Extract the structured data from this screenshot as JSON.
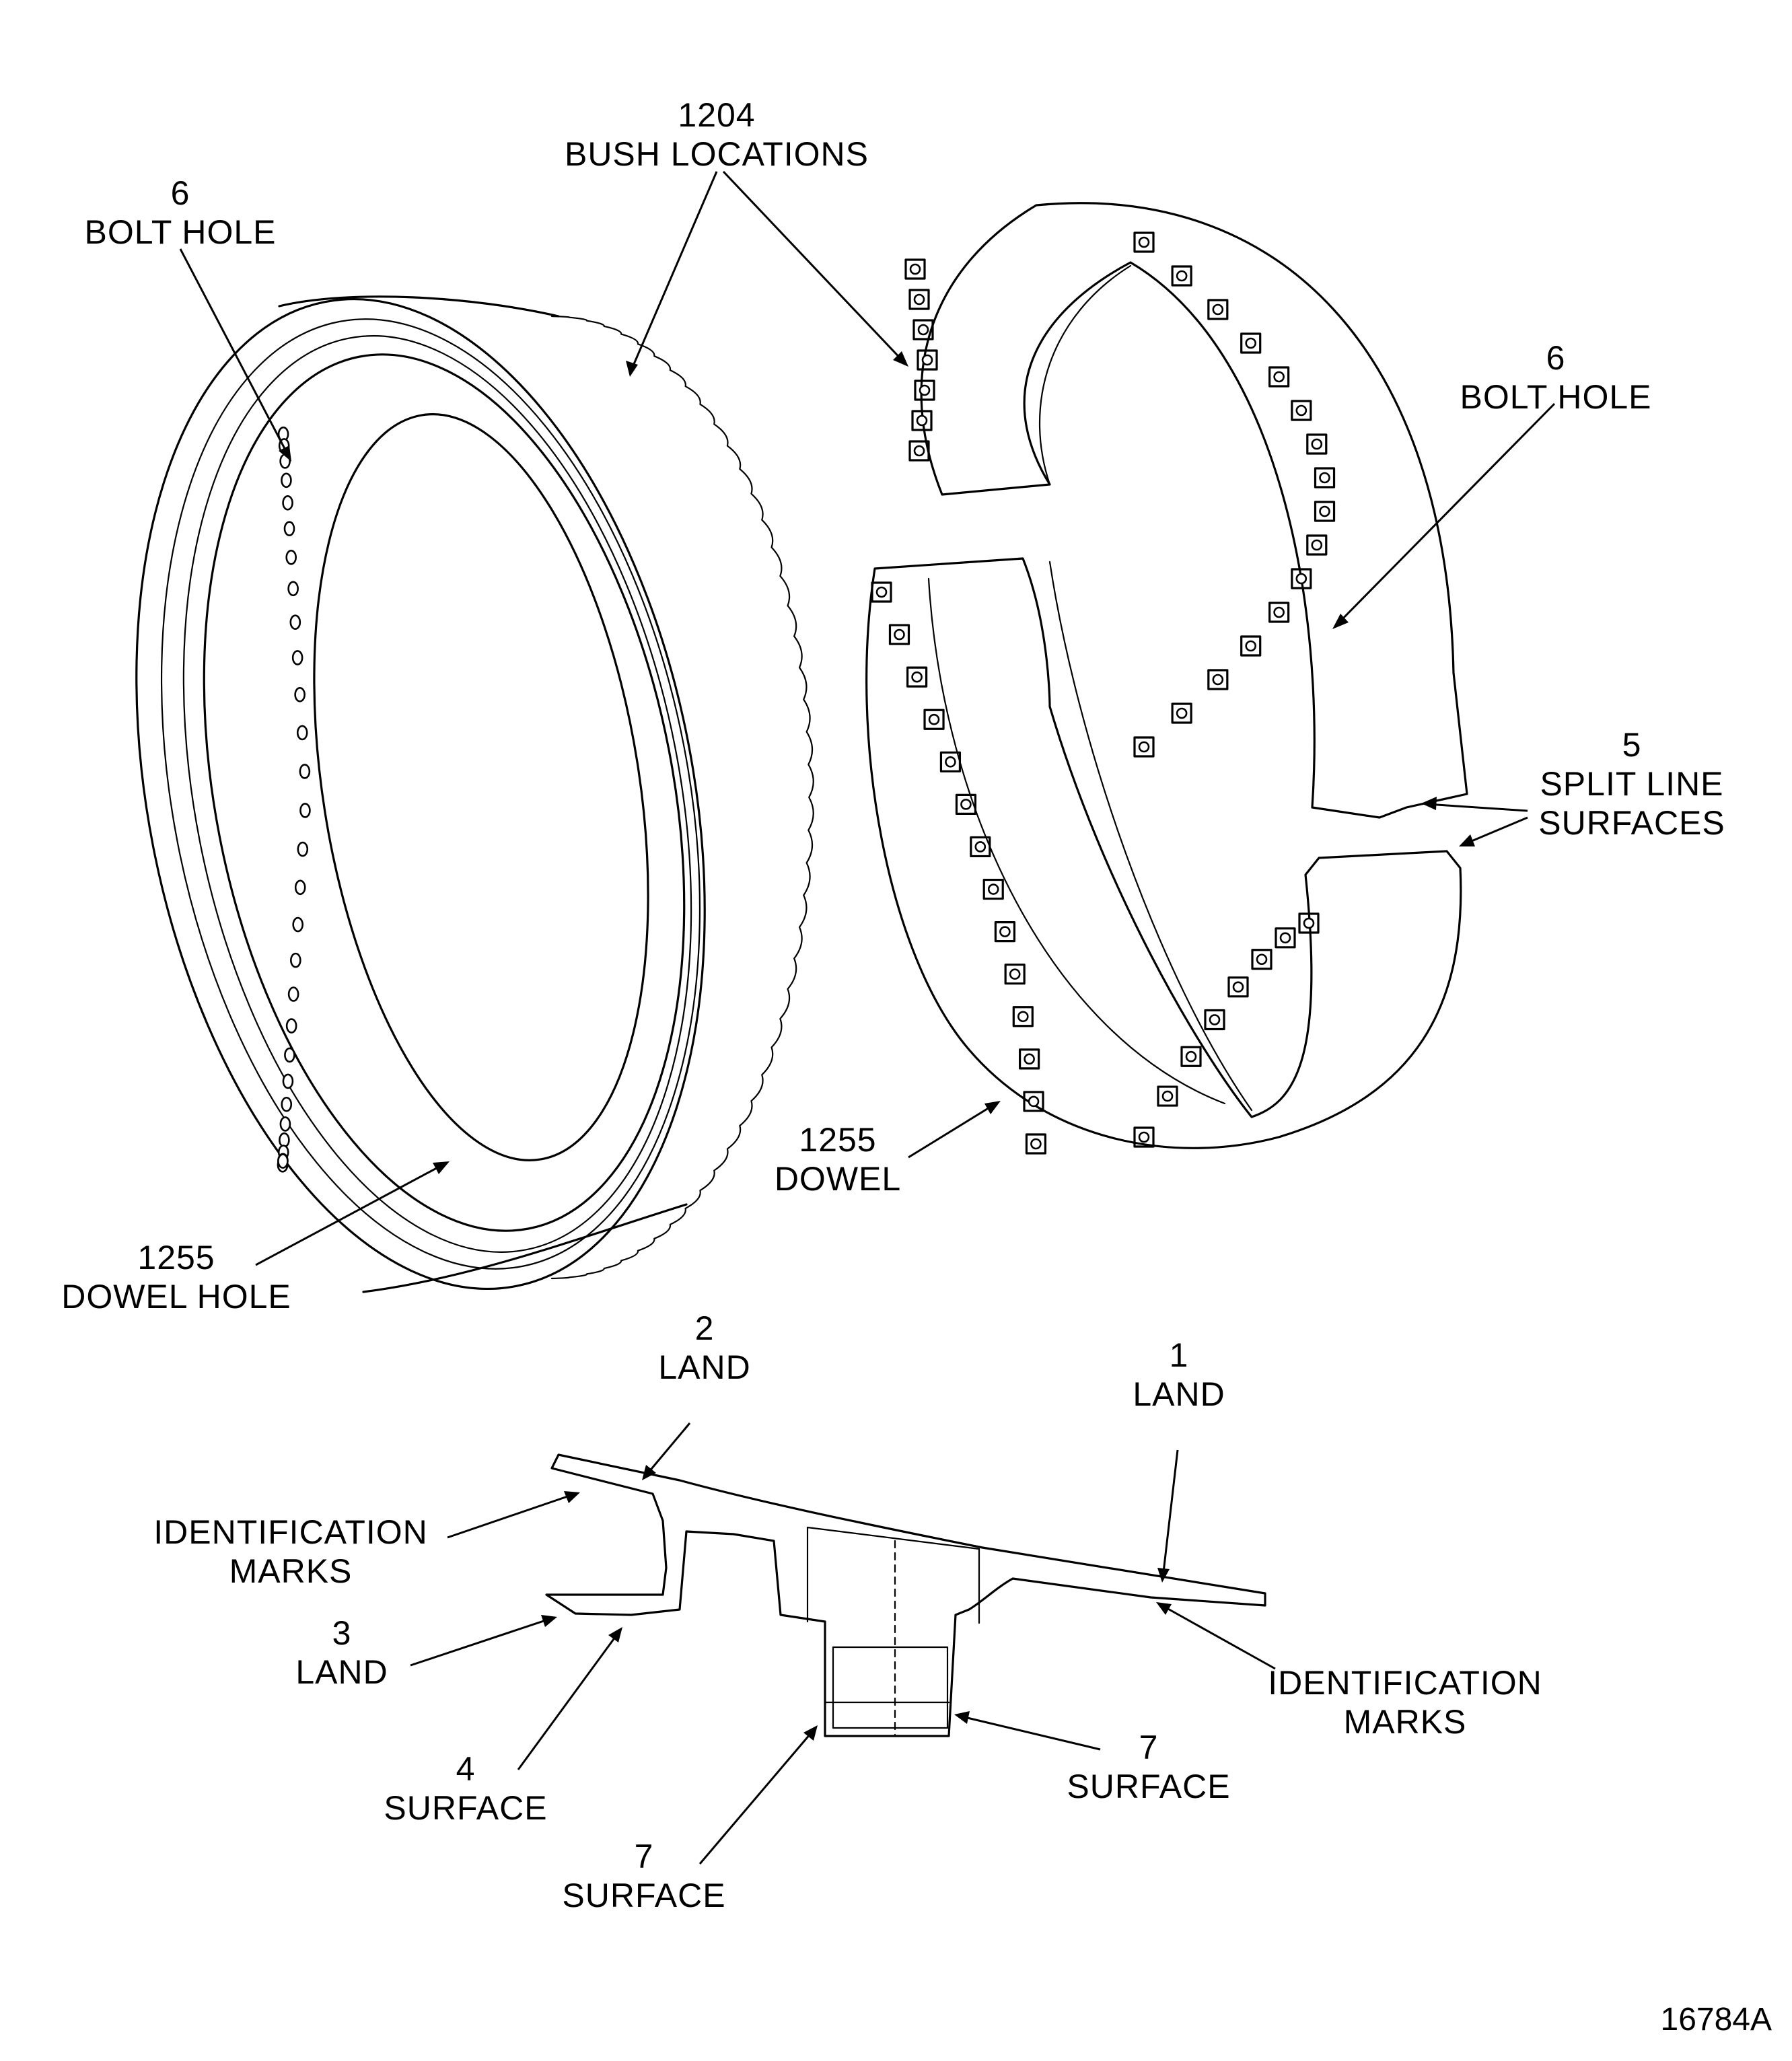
{
  "figure_number": "16784A",
  "labels": {
    "bush_locations": {
      "num": "1204",
      "text": "BUSH LOCATIONS"
    },
    "bolt_hole_left": {
      "num": "6",
      "text": "BOLT HOLE"
    },
    "bolt_hole_right": {
      "num": "6",
      "text": "BOLT HOLE"
    },
    "split_line": {
      "num": "5",
      "line1": "SPLIT LINE",
      "line2": "SURFACES"
    },
    "dowel": {
      "num": "1255",
      "text": "DOWEL"
    },
    "dowel_hole": {
      "num": "1255",
      "text": "DOWEL HOLE"
    },
    "land_2": {
      "num": "2",
      "text": "LAND"
    },
    "land_1": {
      "num": "1",
      "text": "LAND"
    },
    "ident_left": {
      "line1": "IDENTIFICATION",
      "line2": "MARKS"
    },
    "ident_right": {
      "line1": "IDENTIFICATION",
      "line2": "MARKS"
    },
    "land_3": {
      "num": "3",
      "text": "LAND"
    },
    "surface_4": {
      "num": "4",
      "text": "SURFACE"
    },
    "surface_7_right": {
      "num": "7",
      "text": "SURFACE"
    },
    "surface_7_bottom": {
      "num": "7",
      "text": "SURFACE"
    }
  }
}
